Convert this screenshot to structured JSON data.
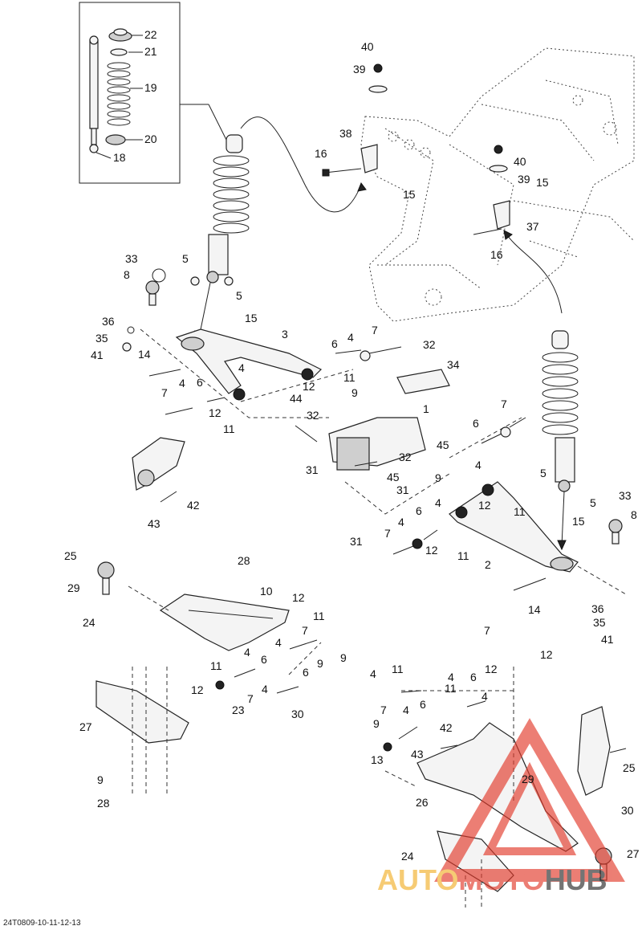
{
  "drawing_code": "24T0809-10-11-12-13",
  "watermark": {
    "brand_part1": "AUTO",
    "brand_part2": "MOTO",
    "brand_part3": "HUB",
    "color_orange": "#f2b02a",
    "color_red": "#e23a2a",
    "color_dark": "#2b2b2b"
  },
  "labels": [
    {
      "id": "l1",
      "text": "22"
    },
    {
      "id": "l2",
      "text": "21"
    },
    {
      "id": "l3",
      "text": "19"
    },
    {
      "id": "l4",
      "text": "20"
    },
    {
      "id": "l5",
      "text": "18"
    },
    {
      "id": "l6",
      "text": "40"
    },
    {
      "id": "l7",
      "text": "39"
    },
    {
      "id": "l8",
      "text": "38"
    },
    {
      "id": "l9",
      "text": "16"
    },
    {
      "id": "l10",
      "text": "15"
    },
    {
      "id": "l11",
      "text": "40"
    },
    {
      "id": "l12",
      "text": "39"
    },
    {
      "id": "l13",
      "text": "15"
    },
    {
      "id": "l14",
      "text": "37"
    },
    {
      "id": "l15",
      "text": "16"
    },
    {
      "id": "l16",
      "text": "33"
    },
    {
      "id": "l17",
      "text": "8"
    },
    {
      "id": "l18",
      "text": "5"
    },
    {
      "id": "l19",
      "text": "5"
    },
    {
      "id": "l20",
      "text": "36"
    },
    {
      "id": "l21",
      "text": "35"
    },
    {
      "id": "l22",
      "text": "41"
    },
    {
      "id": "l23",
      "text": "14"
    },
    {
      "id": "l24",
      "text": "15"
    },
    {
      "id": "l25",
      "text": "3"
    },
    {
      "id": "l26",
      "text": "6"
    },
    {
      "id": "l27",
      "text": "4"
    },
    {
      "id": "l28",
      "text": "7"
    },
    {
      "id": "l29",
      "text": "4"
    },
    {
      "id": "l30",
      "text": "11"
    },
    {
      "id": "l31",
      "text": "12"
    },
    {
      "id": "l32",
      "text": "32"
    },
    {
      "id": "l33",
      "text": "34"
    },
    {
      "id": "l34",
      "text": "4"
    },
    {
      "id": "l35",
      "text": "6"
    },
    {
      "id": "l36",
      "text": "7"
    },
    {
      "id": "l37",
      "text": "12"
    },
    {
      "id": "l38",
      "text": "11"
    },
    {
      "id": "l39",
      "text": "44"
    },
    {
      "id": "l40",
      "text": "9"
    },
    {
      "id": "l41",
      "text": "32"
    },
    {
      "id": "l42",
      "text": "1"
    },
    {
      "id": "l43",
      "text": "45"
    },
    {
      "id": "l44",
      "text": "32"
    },
    {
      "id": "l45",
      "text": "31"
    },
    {
      "id": "l46",
      "text": "45"
    },
    {
      "id": "l47",
      "text": "9"
    },
    {
      "id": "l48",
      "text": "31"
    },
    {
      "id": "l49",
      "text": "7"
    },
    {
      "id": "l50",
      "text": "6"
    },
    {
      "id": "l51",
      "text": "42"
    },
    {
      "id": "l52",
      "text": "43"
    },
    {
      "id": "l53",
      "text": "4"
    },
    {
      "id": "l54",
      "text": "12"
    },
    {
      "id": "l55",
      "text": "11"
    },
    {
      "id": "l56",
      "text": "4"
    },
    {
      "id": "l57",
      "text": "6"
    },
    {
      "id": "l58",
      "text": "4"
    },
    {
      "id": "l59",
      "text": "7"
    },
    {
      "id": "l60",
      "text": "12"
    },
    {
      "id": "l61",
      "text": "11"
    },
    {
      "id": "l62",
      "text": "31"
    },
    {
      "id": "l63",
      "text": "5"
    },
    {
      "id": "l64",
      "text": "5"
    },
    {
      "id": "l65",
      "text": "33"
    },
    {
      "id": "l66",
      "text": "8"
    },
    {
      "id": "l67",
      "text": "15"
    },
    {
      "id": "l68",
      "text": "2"
    },
    {
      "id": "l69",
      "text": "14"
    },
    {
      "id": "l70",
      "text": "36"
    },
    {
      "id": "l71",
      "text": "35"
    },
    {
      "id": "l72",
      "text": "41"
    },
    {
      "id": "l73",
      "text": "25"
    },
    {
      "id": "l74",
      "text": "29"
    },
    {
      "id": "l75",
      "text": "24"
    },
    {
      "id": "l76",
      "text": "28"
    },
    {
      "id": "l77",
      "text": "10"
    },
    {
      "id": "l78",
      "text": "12"
    },
    {
      "id": "l79",
      "text": "11"
    },
    {
      "id": "l80",
      "text": "7"
    },
    {
      "id": "l81",
      "text": "4"
    },
    {
      "id": "l82",
      "text": "6"
    },
    {
      "id": "l83",
      "text": "4"
    },
    {
      "id": "l84",
      "text": "11"
    },
    {
      "id": "l85",
      "text": "12"
    },
    {
      "id": "l86",
      "text": "9"
    },
    {
      "id": "l87",
      "text": "9"
    },
    {
      "id": "l88",
      "text": "6"
    },
    {
      "id": "l89",
      "text": "4"
    },
    {
      "id": "l90",
      "text": "7"
    },
    {
      "id": "l91",
      "text": "4"
    },
    {
      "id": "l92",
      "text": "23"
    },
    {
      "id": "l93",
      "text": "30"
    },
    {
      "id": "l94",
      "text": "27"
    },
    {
      "id": "l95",
      "text": "9"
    },
    {
      "id": "l96",
      "text": "28"
    },
    {
      "id": "l97",
      "text": "7"
    },
    {
      "id": "l98",
      "text": "12"
    },
    {
      "id": "l99",
      "text": "11"
    },
    {
      "id": "l100",
      "text": "4"
    },
    {
      "id": "l101",
      "text": "6"
    },
    {
      "id": "l102",
      "text": "12"
    },
    {
      "id": "l103",
      "text": "11"
    },
    {
      "id": "l104",
      "text": "4"
    },
    {
      "id": "l105",
      "text": "7"
    },
    {
      "id": "l106",
      "text": "4"
    },
    {
      "id": "l107",
      "text": "6"
    },
    {
      "id": "l108",
      "text": "9"
    },
    {
      "id": "l109",
      "text": "42"
    },
    {
      "id": "l110",
      "text": "43"
    },
    {
      "id": "l111",
      "text": "13"
    },
    {
      "id": "l112",
      "text": "25"
    },
    {
      "id": "l113",
      "text": "29"
    },
    {
      "id": "l114",
      "text": "26"
    },
    {
      "id": "l115",
      "text": "30"
    },
    {
      "id": "l116",
      "text": "27"
    },
    {
      "id": "l117",
      "text": "24"
    }
  ]
}
